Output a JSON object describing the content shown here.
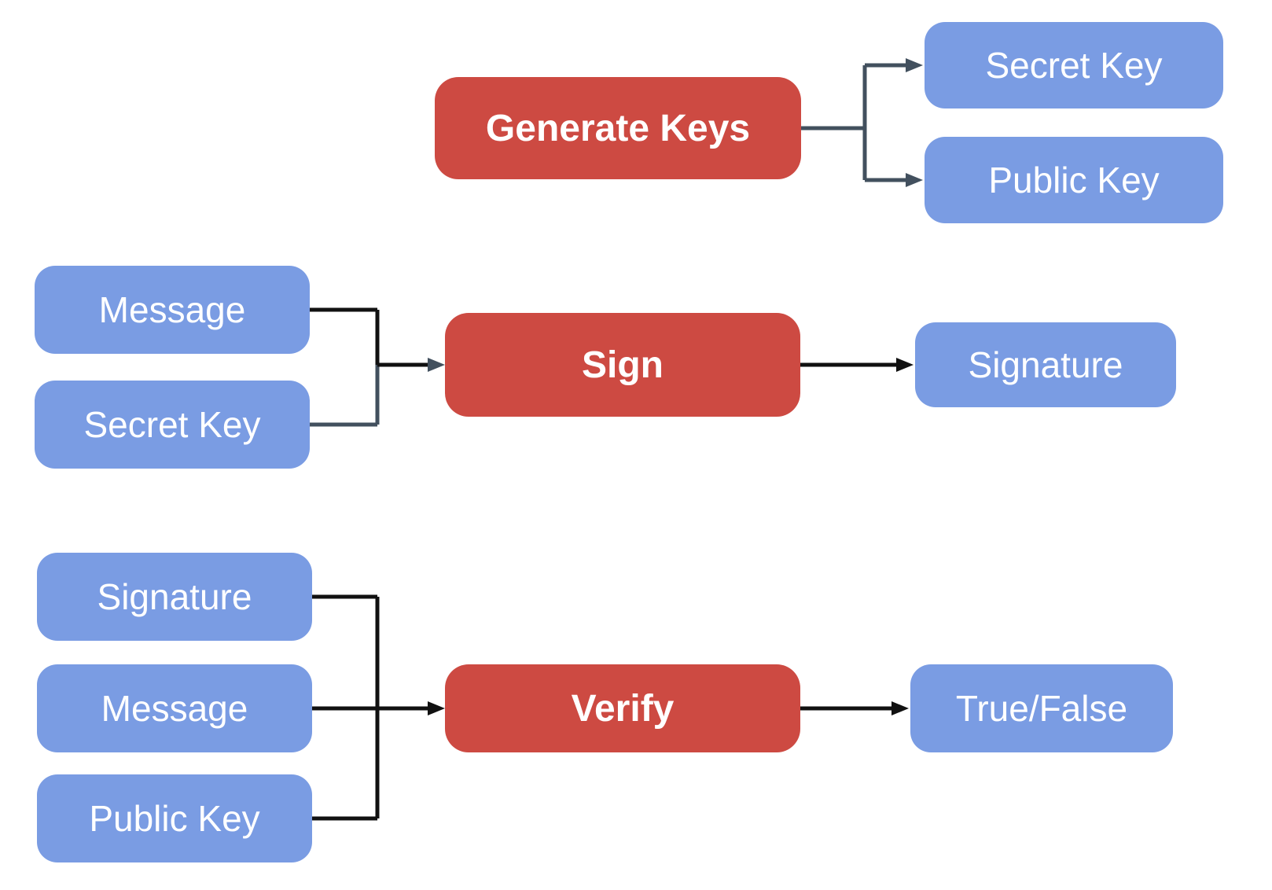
{
  "diagram": {
    "description": "Digital signature scheme flow diagram",
    "colors": {
      "background": "#ffffff",
      "process_fill": "#cd4a42",
      "data_fill": "#7a9ce3",
      "label_text": "#ffffff",
      "connector_slate": "#42505e",
      "connector_black": "#111111"
    },
    "nodes": {
      "generate_keys": {
        "label": "Generate Keys",
        "type": "process"
      },
      "secret_key_out": {
        "label": "Secret Key",
        "type": "data"
      },
      "public_key_out": {
        "label": "Public Key",
        "type": "data"
      },
      "message_sign_in": {
        "label": "Message",
        "type": "data"
      },
      "secret_key_sign_in": {
        "label": "Secret Key",
        "type": "data"
      },
      "sign": {
        "label": "Sign",
        "type": "process"
      },
      "signature_out": {
        "label": "Signature",
        "type": "data"
      },
      "signature_verify_in": {
        "label": "Signature",
        "type": "data"
      },
      "message_verify_in": {
        "label": "Message",
        "type": "data"
      },
      "public_key_verify_in": {
        "label": "Public Key",
        "type": "data"
      },
      "verify": {
        "label": "Verify",
        "type": "process"
      },
      "true_false_out": {
        "label": "True/False",
        "type": "data"
      }
    },
    "edges": [
      {
        "from": "generate_keys",
        "to": "secret_key_out"
      },
      {
        "from": "generate_keys",
        "to": "public_key_out"
      },
      {
        "from": "message_sign_in",
        "to": "sign"
      },
      {
        "from": "secret_key_sign_in",
        "to": "sign"
      },
      {
        "from": "sign",
        "to": "signature_out"
      },
      {
        "from": "signature_verify_in",
        "to": "verify"
      },
      {
        "from": "message_verify_in",
        "to": "verify"
      },
      {
        "from": "public_key_verify_in",
        "to": "verify"
      },
      {
        "from": "verify",
        "to": "true_false_out"
      }
    ]
  }
}
